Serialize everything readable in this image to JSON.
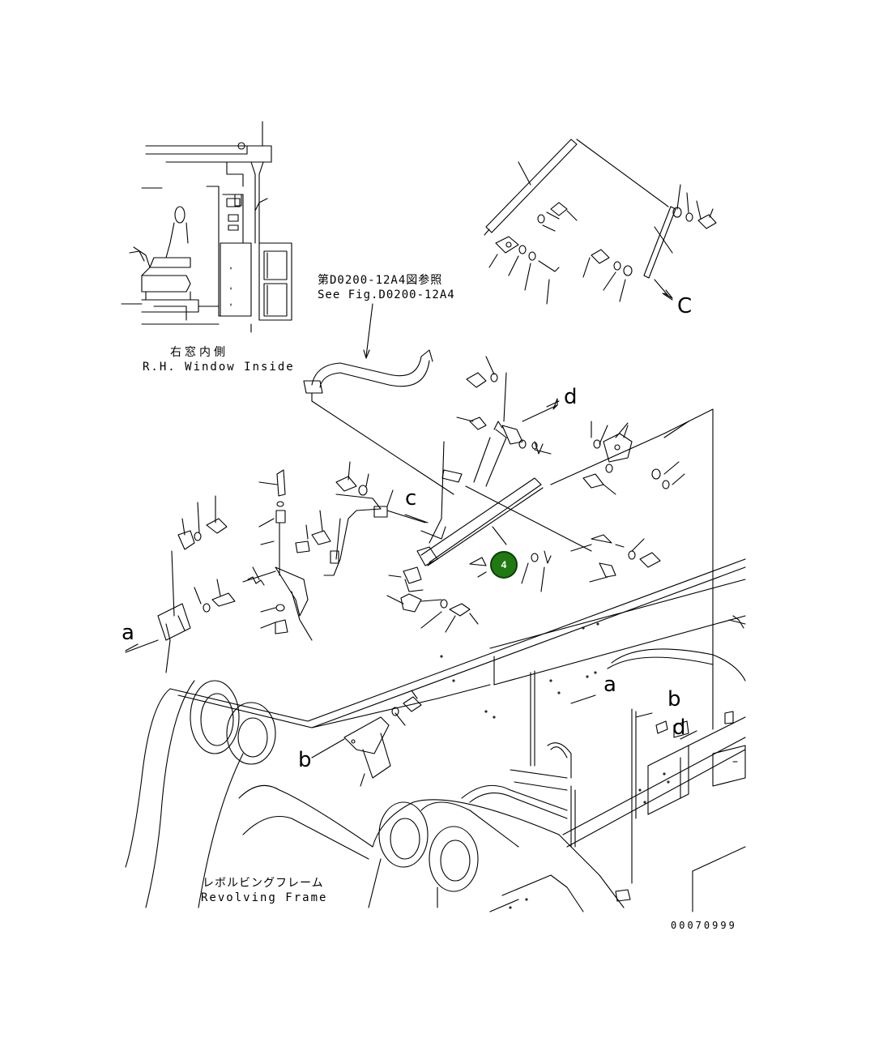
{
  "reference": {
    "jp": "第D0200-12A4図参照",
    "en": "See Fig.D0200-12A4"
  },
  "inset": {
    "jp": "右窓内側",
    "en": "R.H. Window Inside"
  },
  "frame": {
    "jp": "レボルビングフレーム",
    "en": "Revolving Frame"
  },
  "drawing_number": "00070999",
  "view_arrows": {
    "a_left": "a",
    "a_right": "a",
    "b_left": "b",
    "b_right": "b",
    "c_top": "C",
    "c_mid": "c",
    "d_top": "d",
    "d_right": "d"
  },
  "callout": {
    "number": "4",
    "color": "#1f7a12"
  }
}
